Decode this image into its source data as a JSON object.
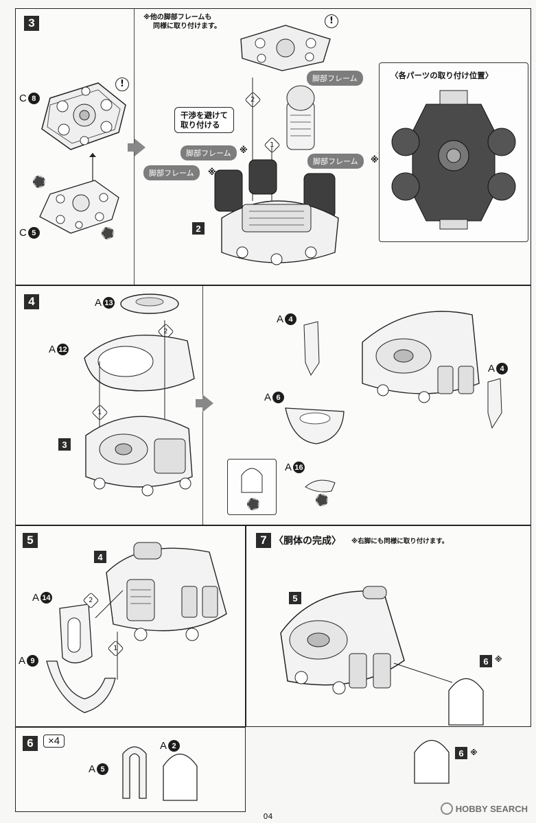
{
  "page": {
    "number": "04",
    "watermark": "HOBBY SEARCH"
  },
  "step3": {
    "num": "3",
    "note_line1": "※他の脚部フレームも",
    "note_line2": "同様に取り付けます。",
    "parts": {
      "c8": "8",
      "c5": "5",
      "c_prefix": "C"
    },
    "callout_line1": "干渉を避けて",
    "callout_line2": "取り付ける",
    "frame_label": "脚部フレーム",
    "asterisk": "※",
    "sub2": "2",
    "seq1": "1",
    "seq2": "2",
    "inset_title": "〈各パーツの取り付け位置〉",
    "warn": "!"
  },
  "step4": {
    "num": "4",
    "sub3": "3",
    "a_prefix": "A",
    "parts": {
      "a13": "13",
      "a12": "12",
      "a4": "4",
      "a6": "6",
      "a16": "16"
    },
    "seq1": "1",
    "seq2": "2"
  },
  "step5": {
    "num": "5",
    "sub4": "4",
    "a_prefix": "A",
    "parts": {
      "a14": "14",
      "a9": "9"
    },
    "seq1": "1",
    "seq2": "2"
  },
  "step7": {
    "num": "7",
    "title": "〈胴体の完成〉",
    "note": "※右脚にも同様に取り付けます。",
    "sub5": "5",
    "sub6": "6",
    "asterisk": "※"
  },
  "step6": {
    "num": "6",
    "multiplier": "×4",
    "a_prefix": "A",
    "parts": {
      "a5": "5",
      "a2": "2"
    }
  }
}
